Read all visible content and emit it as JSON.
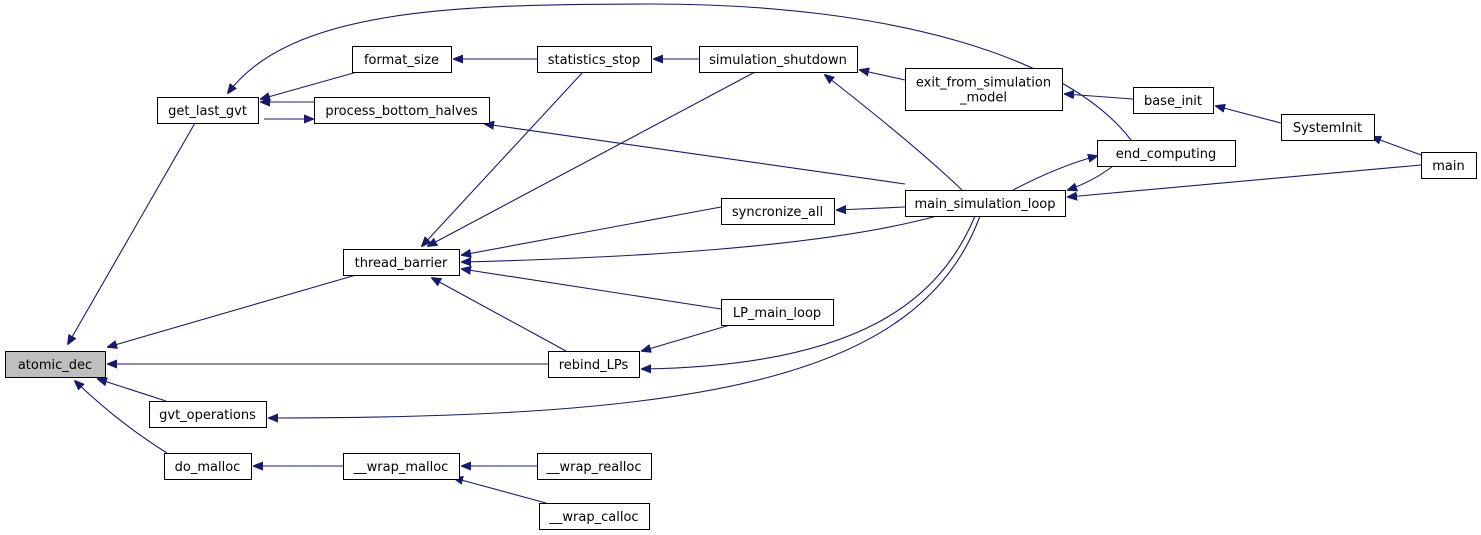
{
  "colors": {
    "edge": "#191970",
    "root_fill": "#bfbfbf",
    "node_fill": "#ffffff",
    "node_stroke": "#000000"
  },
  "nodes": [
    {
      "id": "atomic_dec",
      "lines": [
        "atomic_dec"
      ],
      "root": true
    },
    {
      "id": "get_last_gvt",
      "lines": [
        "get_last_gvt"
      ]
    },
    {
      "id": "thread_barrier",
      "lines": [
        "thread_barrier"
      ]
    },
    {
      "id": "gvt_operations",
      "lines": [
        "gvt_operations"
      ]
    },
    {
      "id": "do_malloc",
      "lines": [
        "do_malloc"
      ]
    },
    {
      "id": "format_size",
      "lines": [
        "format_size"
      ]
    },
    {
      "id": "process_bottom_halves",
      "lines": [
        "process_bottom_halves"
      ]
    },
    {
      "id": "rebind_LPs",
      "lines": [
        "rebind_LPs"
      ]
    },
    {
      "id": "__wrap_malloc",
      "lines": [
        "__wrap_malloc"
      ]
    },
    {
      "id": "statistics_stop",
      "lines": [
        "statistics_stop"
      ]
    },
    {
      "id": "__wrap_realloc",
      "lines": [
        "__wrap_realloc"
      ]
    },
    {
      "id": "__wrap_calloc",
      "lines": [
        "__wrap_calloc"
      ]
    },
    {
      "id": "simulation_shutdown",
      "lines": [
        "simulation_shutdown"
      ]
    },
    {
      "id": "syncronize_all",
      "lines": [
        "syncronize_all"
      ]
    },
    {
      "id": "LP_main_loop",
      "lines": [
        "LP_main_loop"
      ]
    },
    {
      "id": "exit_from_simulation_model",
      "lines": [
        "exit_from_simulation",
        "_model"
      ]
    },
    {
      "id": "main_simulation_loop",
      "lines": [
        "main_simulation_loop"
      ]
    },
    {
      "id": "base_init",
      "lines": [
        "base_init"
      ]
    },
    {
      "id": "end_computing",
      "lines": [
        "end_computing"
      ]
    },
    {
      "id": "SystemInit",
      "lines": [
        "SystemInit"
      ]
    },
    {
      "id": "main",
      "lines": [
        "main"
      ]
    }
  ],
  "edges": [
    [
      "atomic_dec",
      "get_last_gvt"
    ],
    [
      "atomic_dec",
      "thread_barrier"
    ],
    [
      "atomic_dec",
      "rebind_LPs"
    ],
    [
      "atomic_dec",
      "gvt_operations"
    ],
    [
      "atomic_dec",
      "do_malloc"
    ],
    [
      "get_last_gvt",
      "format_size"
    ],
    [
      "get_last_gvt",
      "process_bottom_halves"
    ],
    [
      "get_last_gvt",
      "end_computing"
    ],
    [
      "format_size",
      "statistics_stop"
    ],
    [
      "process_bottom_halves",
      "get_last_gvt"
    ],
    [
      "process_bottom_halves",
      "main_simulation_loop"
    ],
    [
      "statistics_stop",
      "simulation_shutdown"
    ],
    [
      "thread_barrier",
      "statistics_stop"
    ],
    [
      "thread_barrier",
      "simulation_shutdown"
    ],
    [
      "thread_barrier",
      "syncronize_all"
    ],
    [
      "thread_barrier",
      "main_simulation_loop"
    ],
    [
      "thread_barrier",
      "LP_main_loop"
    ],
    [
      "thread_barrier",
      "rebind_LPs"
    ],
    [
      "rebind_LPs",
      "LP_main_loop"
    ],
    [
      "rebind_LPs",
      "main_simulation_loop"
    ],
    [
      "gvt_operations",
      "main_simulation_loop"
    ],
    [
      "do_malloc",
      "__wrap_malloc"
    ],
    [
      "__wrap_malloc",
      "__wrap_realloc"
    ],
    [
      "__wrap_malloc",
      "__wrap_calloc"
    ],
    [
      "simulation_shutdown",
      "exit_from_simulation_model"
    ],
    [
      "simulation_shutdown",
      "main_simulation_loop"
    ],
    [
      "syncronize_all",
      "main_simulation_loop"
    ],
    [
      "exit_from_simulation_model",
      "base_init"
    ],
    [
      "base_init",
      "SystemInit"
    ],
    [
      "SystemInit",
      "main"
    ],
    [
      "main_simulation_loop",
      "end_computing"
    ],
    [
      "main_simulation_loop",
      "main"
    ],
    [
      "end_computing",
      "main_simulation_loop"
    ]
  ]
}
